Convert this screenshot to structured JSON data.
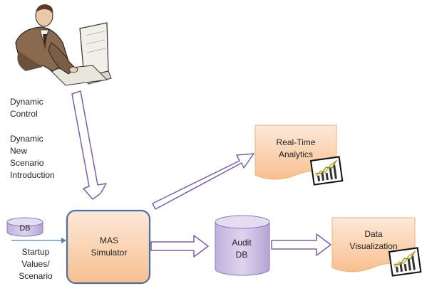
{
  "labels": {
    "dynamic_control": "Dynamic\nControl",
    "dynamic_new_scenario": "Dynamic\nNew\nScenario\nIntroduction",
    "startup_values": "Startup\nValues/\nScenario",
    "db_small": "DB",
    "mas_simulator": "MAS\nSimulator",
    "real_time_analytics": "Real-Time\nAnalytics",
    "audit_db": "Audit\nDB",
    "data_visualization": "Data\nVisualization"
  },
  "colors": {
    "arrow_stroke": "#7a60a8",
    "box_fill": "#fcd5b4",
    "box_fill_light": "#fde9d9",
    "mas_border": "#4f6fa0",
    "cylinder_fill": "#ccc0e6",
    "cylinder_top": "#e4dcf2",
    "line_blue": "#4f81bd"
  },
  "icons": [
    "person-at-computer-icon",
    "chart-icon-analytics",
    "chart-icon-visualization"
  ]
}
